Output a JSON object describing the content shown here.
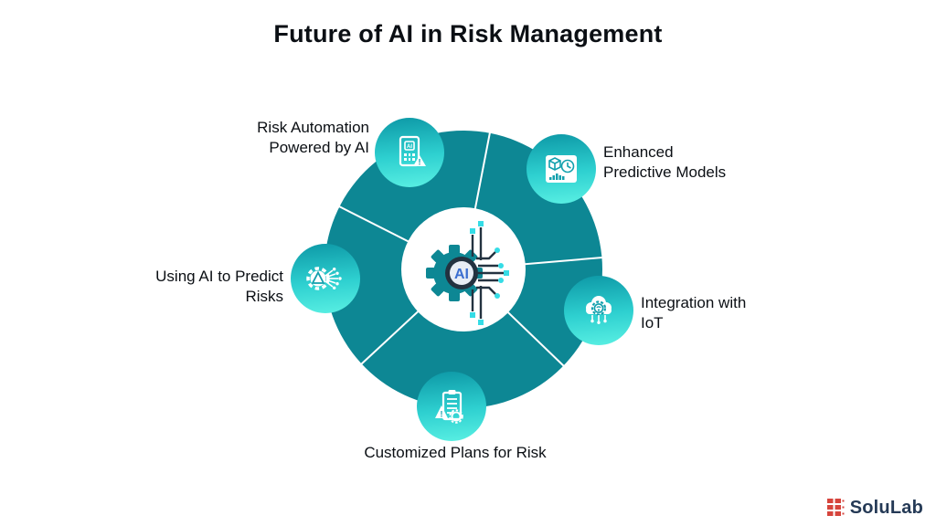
{
  "title": "Future of AI in Risk Management",
  "diagram": {
    "center_label": "AI",
    "items": [
      {
        "id": "risk-automation",
        "icon": "ai-document-warning-icon",
        "lines": [
          "Risk Automation",
          "Powered by AI"
        ]
      },
      {
        "id": "predictive-models",
        "icon": "cube-chart-analytics-icon",
        "lines": [
          "Enhanced",
          "Predictive Models"
        ]
      },
      {
        "id": "integration-iot",
        "icon": "iot-cloud-gear-icon",
        "lines": [
          "Integration with",
          "IoT"
        ]
      },
      {
        "id": "customized-plans",
        "icon": "clipboard-warning-gear-icon",
        "lines": [
          "Customized Plans for Risk"
        ]
      },
      {
        "id": "predict-risks",
        "icon": "gear-network-warning-icon",
        "lines": [
          "Using AI to Predict",
          "Risks"
        ]
      }
    ]
  },
  "footer": {
    "logo_text": "SoluLab"
  },
  "colors": {
    "donut": "#0d8794",
    "badge_top": "#0d98a6",
    "badge_mid": "#2ed0d0",
    "badge_bottom": "#5af0e3",
    "icon_teal": "#12a0ad",
    "circuit_dark": "#233240",
    "circuit_cyan": "#35dce6",
    "ai_blue": "#3a6ed0",
    "logo_red": "#d6453d",
    "logo_navy": "#253a56",
    "text": "#0b0f14"
  }
}
